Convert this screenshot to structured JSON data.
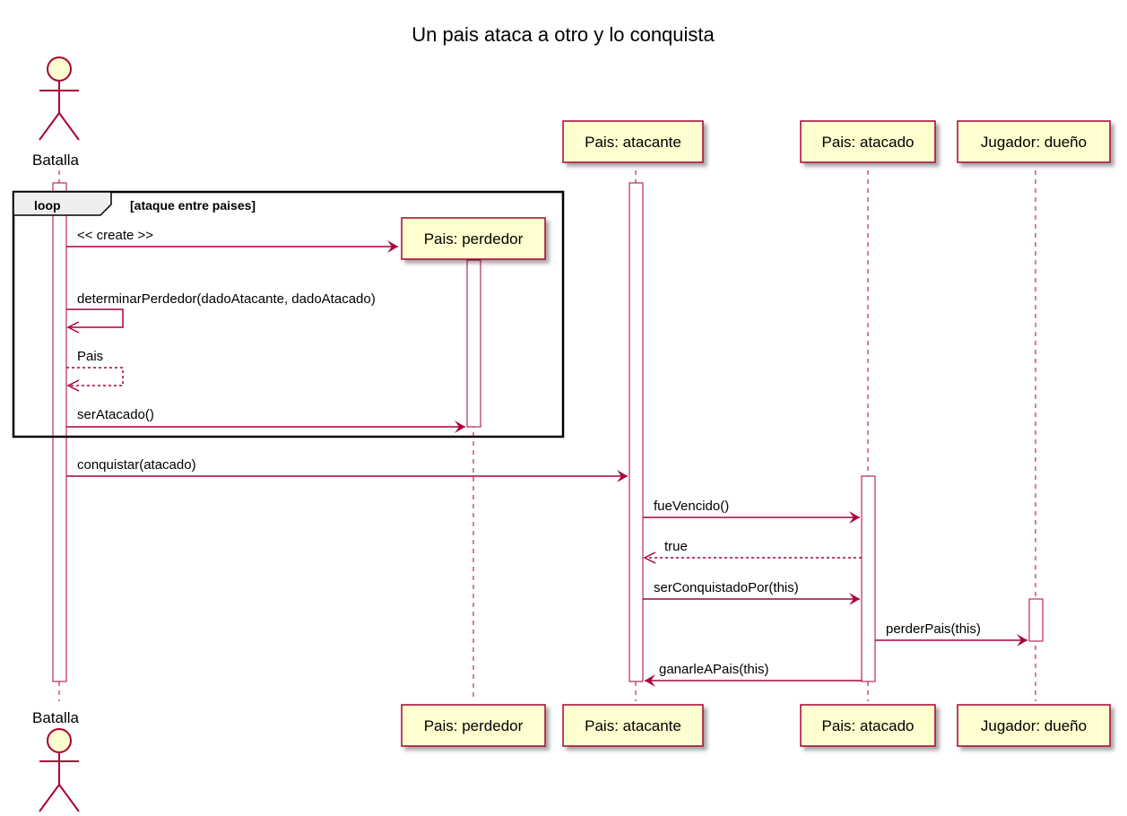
{
  "title": "Un pais ataca a otro y lo conquista",
  "colors": {
    "line": "#A80036",
    "participant_fill": "#FEFECE",
    "frame": "#000000",
    "text": "#000000"
  },
  "actor": {
    "name": "Batalla"
  },
  "participants": [
    {
      "id": "perdedor",
      "label": "Pais: perdedor"
    },
    {
      "id": "atacante",
      "label": "Pais: atacante"
    },
    {
      "id": "atacado",
      "label": "Pais: atacado"
    },
    {
      "id": "dueno",
      "label": "Jugador: dueño"
    }
  ],
  "loop": {
    "keyword": "loop",
    "condition": "[ataque entre paises]"
  },
  "messages": [
    {
      "from": "batalla",
      "to": "perdedor",
      "label": "<< create >>",
      "style": "solid"
    },
    {
      "from": "batalla",
      "to": "batalla",
      "label": "determinarPerdedor(dadoAtacante, dadoAtacado)",
      "style": "solid"
    },
    {
      "from": "batalla",
      "to": "batalla",
      "label": "Pais",
      "style": "dashed"
    },
    {
      "from": "batalla",
      "to": "perdedor",
      "label": "serAtacado()",
      "style": "solid"
    },
    {
      "from": "batalla",
      "to": "atacante",
      "label": "conquistar(atacado)",
      "style": "solid"
    },
    {
      "from": "atacante",
      "to": "atacado",
      "label": "fueVencido()",
      "style": "solid"
    },
    {
      "from": "atacado",
      "to": "atacante",
      "label": "true",
      "style": "dashed"
    },
    {
      "from": "atacante",
      "to": "atacado",
      "label": "serConquistadoPor(this)",
      "style": "solid"
    },
    {
      "from": "atacado",
      "to": "dueno",
      "label": "perderPais(this)",
      "style": "solid"
    },
    {
      "from": "atacado",
      "to": "atacante",
      "label": "ganarleAPais(this)",
      "style": "solid"
    }
  ]
}
